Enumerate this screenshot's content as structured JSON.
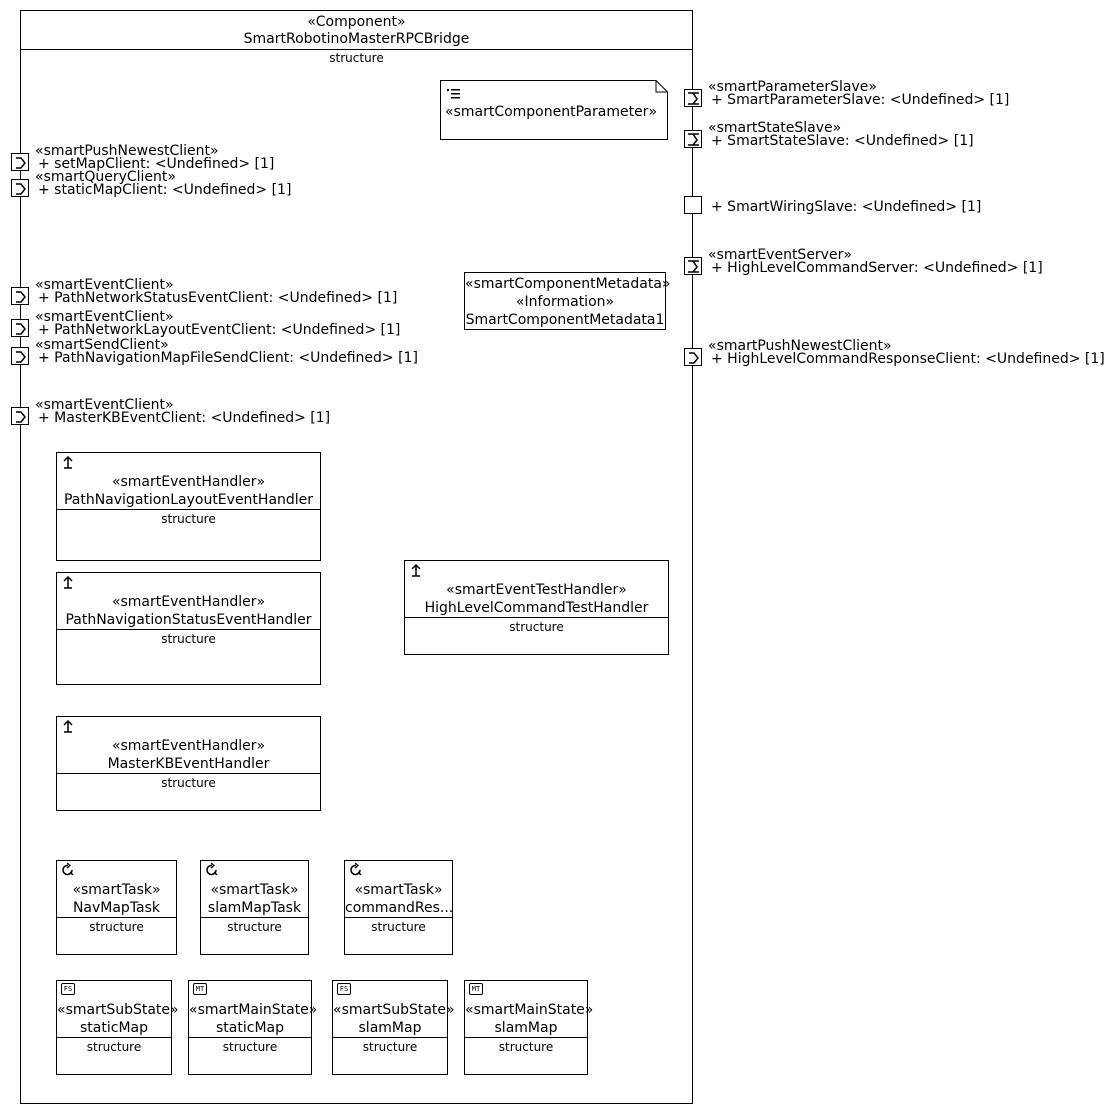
{
  "component": {
    "stereotype": "«Component»",
    "name": "SmartRobotinoMasterRPCBridge",
    "compartment": "structure"
  },
  "parameter_note": {
    "label": "«smartComponentParameter»",
    "icon": "list-icon"
  },
  "metadata": {
    "line1": "«smartComponentMetadata»",
    "line2": "«Information»",
    "line3": "SmartComponentMetadata1"
  },
  "left_ports": [
    {
      "stereotype": "«smartPushNewestClient»",
      "label": "+ setMapClient: <Undefined> [1]"
    },
    {
      "stereotype": "«smartQueryClient»",
      "label": "+ staticMapClient: <Undefined> [1]"
    },
    {
      "stereotype": "«smartEventClient»",
      "label": "+ PathNetworkStatusEventClient: <Undefined> [1]"
    },
    {
      "stereotype": "«smartEventClient»",
      "label": "+ PathNetworkLayoutEventClient: <Undefined> [1]"
    },
    {
      "stereotype": "«smartSendClient»",
      "label": "+ PathNavigationMapFileSendClient: <Undefined> [1]"
    },
    {
      "stereotype": "«smartEventClient»",
      "label": "+ MasterKBEventClient: <Undefined> [1]"
    }
  ],
  "right_ports": [
    {
      "stereotype": "«smartParameterSlave»",
      "label": "+ SmartParameterSlave: <Undefined> [1]"
    },
    {
      "stereotype": "«smartStateSlave»",
      "label": "+ SmartStateSlave: <Undefined> [1]"
    },
    {
      "stereotype": "",
      "label": "+ SmartWiringSlave: <Undefined> [1]"
    },
    {
      "stereotype": "«smartEventServer»",
      "label": "+ HighLevelCommandServer: <Undefined> [1]"
    },
    {
      "stereotype": "«smartPushNewestClient»",
      "label": "+ HighLevelCommandResponseClient: <Undefined> [1]"
    }
  ],
  "handlers": [
    {
      "stereotype": "«smartEventHandler»",
      "name": "PathNavigationLayoutEventHandler",
      "compartment": "structure"
    },
    {
      "stereotype": "«smartEventHandler»",
      "name": "PathNavigationStatusEventHandler",
      "compartment": "structure"
    },
    {
      "stereotype": "«smartEventHandler»",
      "name": "MasterKBEventHandler",
      "compartment": "structure"
    },
    {
      "stereotype": "«smartEventTestHandler»",
      "name": "HighLevelCommandTestHandler",
      "compartment": "structure"
    }
  ],
  "tasks": [
    {
      "stereotype": "«smartTask»",
      "name": "NavMapTask",
      "compartment": "structure"
    },
    {
      "stereotype": "«smartTask»",
      "name": "slamMapTask",
      "compartment": "structure"
    },
    {
      "stereotype": "«smartTask»",
      "name": "commandRes...",
      "compartment": "structure"
    }
  ],
  "states": [
    {
      "stereotype": "«smartSubState»",
      "name": "staticMap",
      "compartment": "structure",
      "icon_text": "FS"
    },
    {
      "stereotype": "«smartMainState»",
      "name": "staticMap",
      "compartment": "structure",
      "icon_text": "MT"
    },
    {
      "stereotype": "«smartSubState»",
      "name": "slamMap",
      "compartment": "structure",
      "icon_text": "FS"
    },
    {
      "stereotype": "«smartMainState»",
      "name": "slamMap",
      "compartment": "structure",
      "icon_text": "MT"
    }
  ]
}
